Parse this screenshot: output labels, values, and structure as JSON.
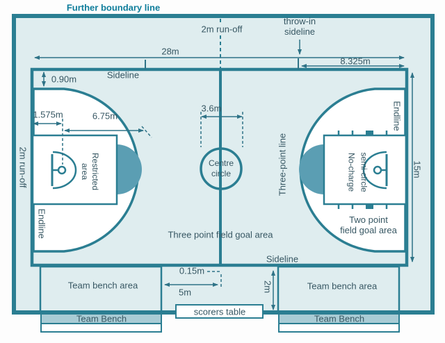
{
  "title": "Further boundary line",
  "colors": {
    "court_line": "#2b7e92",
    "light_fill": "#dfedef",
    "filled_semicircle": "#5b9eb3",
    "bench_bar_fill": "#a9ccd5",
    "dimension_line": "#2f7387",
    "label_text": "#375763",
    "title_text": "#0e7d9b",
    "two_point_area_fill": "#ffffff"
  },
  "top": {
    "runoff_label": "2m run-off",
    "throw_in_line1": "throw-in",
    "throw_in_line2": "sideline",
    "dim_court_length": "28m",
    "dim_throw_in": "8.325m"
  },
  "court": {
    "sideline_top": "Sideline",
    "sideline_bottom": "Sideline",
    "endline_left": "Endline",
    "endline_right": "Endline",
    "runoff_left": "2m run-off",
    "centre_circle_line1": "Centre",
    "centre_circle_line2": "circle",
    "three_point_line_label": "Three-point line",
    "three_point_area_label": "Three point field goal area",
    "two_point_area_line1": "Two point",
    "two_point_area_line2": "field goal area",
    "restricted_line1": "Restricted",
    "restricted_line2": "area",
    "no_charge_line1": "No-charge",
    "no_charge_line2": "semi-circle"
  },
  "dimensions": {
    "sideline_offset": "0.90m",
    "rim_to_endline": "1.575m",
    "three_point_radius": "6.75m",
    "centre_circle_diameter": "3.6m",
    "court_width": "15m",
    "bench_to_centre": "5m",
    "line_width": "0.15m",
    "bench_depth": "2m"
  },
  "bottom": {
    "bench_area_left": "Team bench area",
    "bench_area_right": "Team bench area",
    "scorers_table": "scorers table",
    "bench_left": "Team Bench",
    "bench_right": "Team Bench"
  }
}
